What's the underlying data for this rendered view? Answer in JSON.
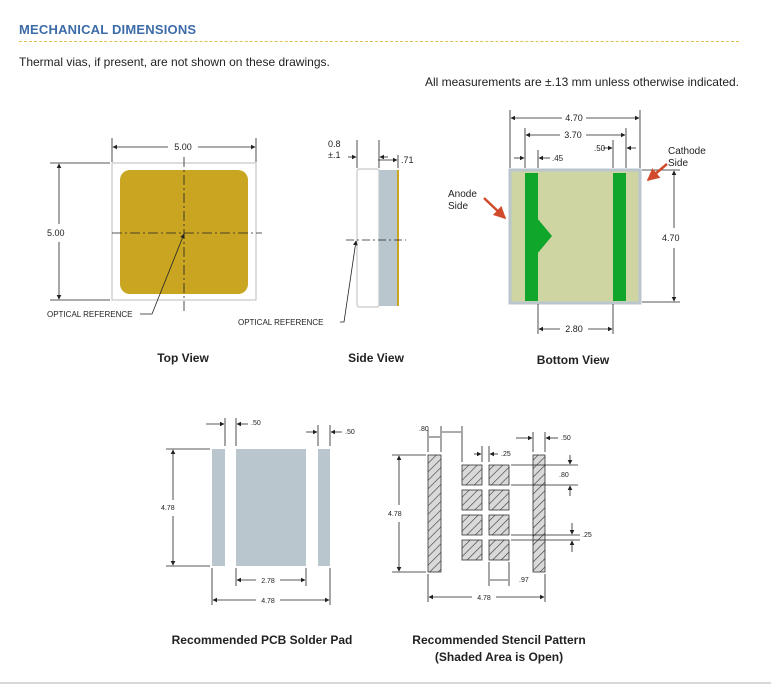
{
  "section_title": "MECHANICAL DIMENSIONS",
  "note_vias": "Thermal vias, if present, are not shown on these drawings.",
  "note_tolerance": "All measurements are ±.13 mm unless otherwise indicated.",
  "views": {
    "top": {
      "caption": "Top View",
      "width_dim": "5.00",
      "height_dim": "5.00",
      "optical_reference": "OPTICAL REFERENCE"
    },
    "side": {
      "caption": "Side View",
      "height_dim": "0.8",
      "height_tol": "±.1",
      "thickness_dim": ".71",
      "optical_reference": "OPTICAL REFERENCE"
    },
    "bottom": {
      "caption": "Bottom View",
      "width_dim": "4.70",
      "pad_span_dim": "3.70",
      "pad_width_dim": ".50",
      "offset_dim": ".45",
      "height_dim": "4.70",
      "center_pad_dim": "2.80",
      "anode_label_1": "Anode",
      "anode_label_2": "Side",
      "cathode_label_1": "Cathode",
      "cathode_label_2": "Side"
    },
    "pcb_pad": {
      "caption": "Recommended PCB Solder Pad",
      "pad_width_left": ".50",
      "pad_width_right": ".50",
      "height_dim": "4.78",
      "center_width_dim": "2.78",
      "total_width_dim": "4.78"
    },
    "stencil": {
      "caption_1": "Recommended Stencil Pattern",
      "caption_2": "(Shaded Area is Open)",
      "left_dim": ".80",
      "gap_dim": ".25",
      "right_dim": ".50",
      "cell_dim": ".80",
      "height_dim": "4.78",
      "spacing_dim": ".25",
      "cell_width_dim": ".97",
      "total_width_dim": "4.78"
    }
  },
  "colors": {
    "heading": "#3d6ca8",
    "phosphor": "#c9a521",
    "bottom_body": "#cfd5a2",
    "pad_green": "#10a52b",
    "pad_gray": "#bac6cd",
    "arrow_red": "#d24a2c"
  }
}
